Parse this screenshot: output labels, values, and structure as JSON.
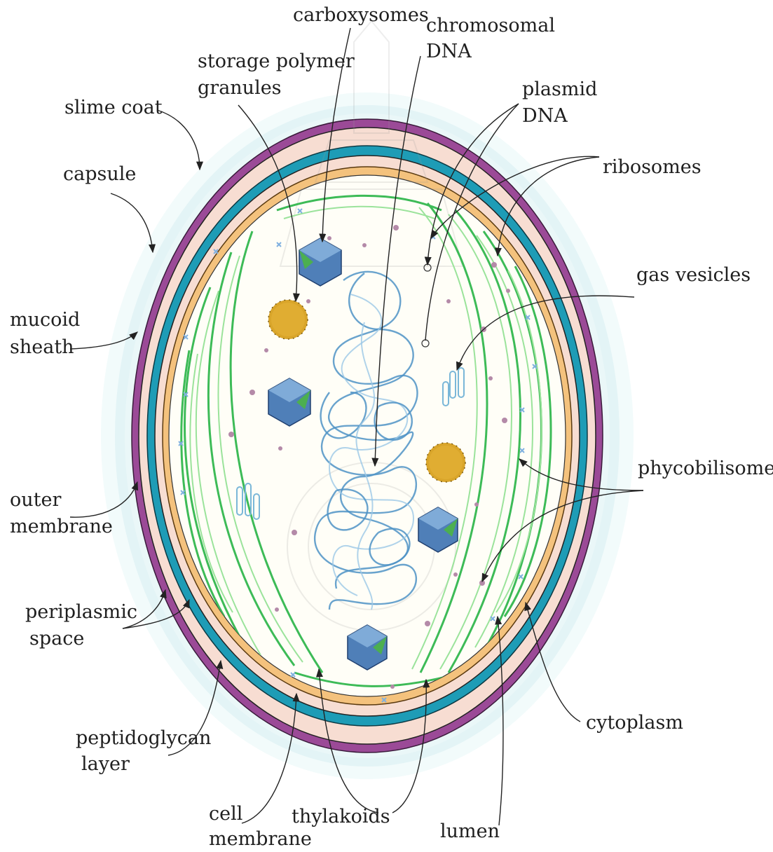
{
  "diagram": {
    "colors": {
      "slime_coat": "#e9f7f8",
      "capsule": "#d9f0f3",
      "outer_membrane": "#9b4a97",
      "periplasmic_space": "#f7ddd2",
      "peptidoglycan_layer": "#1e9cb6",
      "cell_membrane": "#f4c27d",
      "cytoplasm": "#fffef7",
      "thylakoid": "#3dbb57",
      "dna": "#4f93c6",
      "storage_granule": "#d9a52a",
      "carboxysome": "#4f7fb8"
    },
    "labels": {
      "carboxysomes": "carboxysomes",
      "chromosomal_1": "chromosomal",
      "chromosomal_2": "DNA",
      "storage_1": "storage polymer",
      "storage_2": "granules",
      "plasmid_1": "plasmid",
      "plasmid_2": "DNA",
      "slime_coat": "slime coat",
      "ribosomes": "ribosomes",
      "capsule": "capsule",
      "gas_vesicles": "gas vesicles",
      "mucoid_1": "mucoid",
      "mucoid_2": "sheath",
      "phycobilisomes": "phycobilisomes",
      "outer_1": "outer",
      "outer_2": "membrane",
      "periplasmic_1": "periplasmic",
      "periplasmic_2": "space",
      "cytoplasm": "cytoplasm",
      "peptidoglycan_1": "peptidoglycan",
      "peptidoglycan_2": "layer",
      "cell_1": "cell",
      "cell_2": "membrane",
      "thylakoids": "thylakoids",
      "lumen": "lumen"
    }
  }
}
